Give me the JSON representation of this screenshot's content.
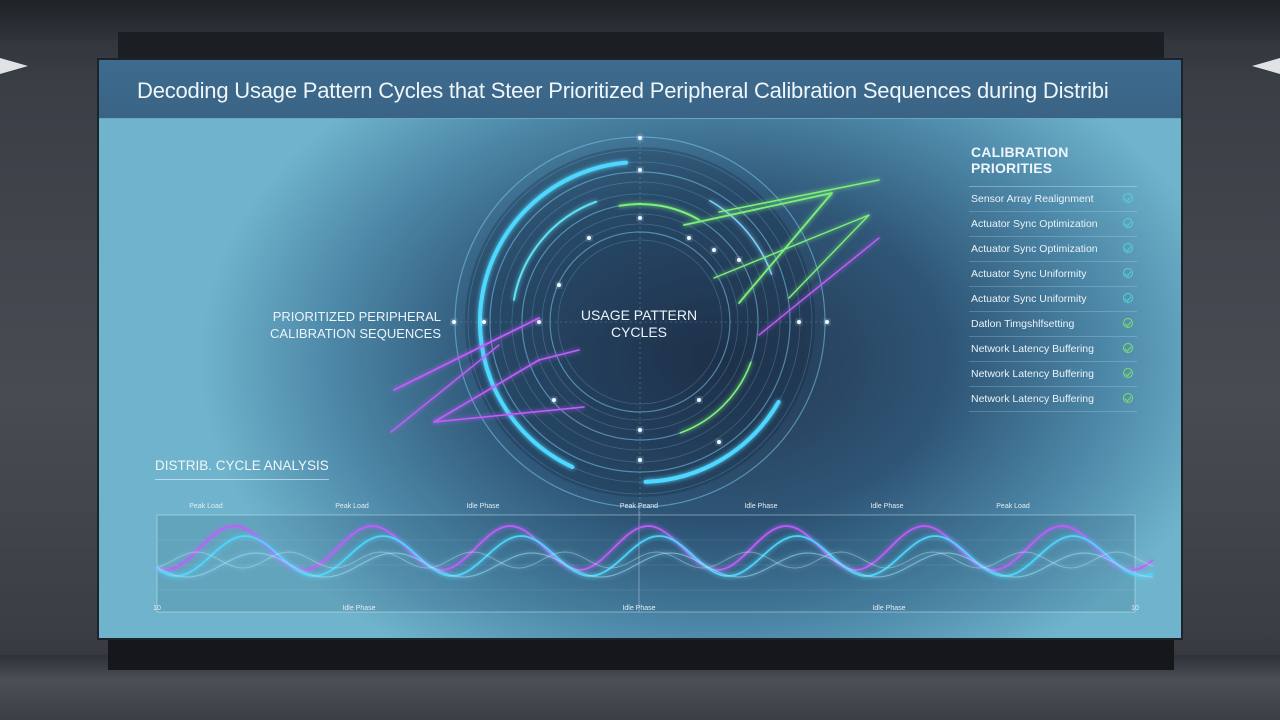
{
  "title": "Decoding Usage Pattern Cycles that Steer Prioritized Peripheral Calibration Sequences during Distribi",
  "center_label": "USAGE PATTERN CYCLES",
  "left_label": "PRIORITIZED PERIPHERAL CALIBRATION SEQUENCES",
  "priorities": {
    "title": "CALIBRATION PRIORITIES",
    "items": [
      {
        "label": "Sensor Array Realignment",
        "status_color": "#56d0dc"
      },
      {
        "label": "Actuator Sync Optimization",
        "status_color": "#56d0dc"
      },
      {
        "label": "Actuator Sync Optimization",
        "status_color": "#56d0dc"
      },
      {
        "label": "Actuator Sync Uniformity",
        "status_color": "#56d0dc"
      },
      {
        "label": "Actuator Sync Uniformity",
        "status_color": "#56d0dc"
      },
      {
        "label": "Datlon Timgshlfsetting",
        "status_color": "#7ee06a"
      },
      {
        "label": "Network Latency Buffering",
        "status_color": "#7ee06a"
      },
      {
        "label": "Network Latency Buffering",
        "status_color": "#7ee06a"
      },
      {
        "label": "Network Latency Buffering",
        "status_color": "#7ee06a"
      }
    ]
  },
  "analysis": {
    "title": "DISTRIB. CYCLE ANALYSIS",
    "top_labels": [
      "Peak Load",
      "Peak Load",
      "Idle Phase",
      "Peak Peand",
      "Idle Phase",
      "Idle Phase",
      "Peak Load"
    ],
    "bottom_labels": [
      "10",
      "Idle Phase",
      "Idle Phase",
      "Idle Phase",
      "10"
    ]
  },
  "colors": {
    "accent_cyan": "#4fd8ff",
    "accent_purple": "#c55cff",
    "accent_green": "#7cf07a"
  }
}
